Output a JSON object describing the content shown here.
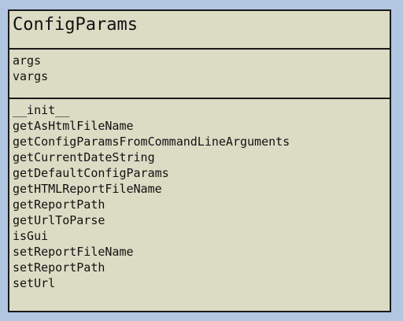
{
  "class_box": {
    "name": "ConfigParams",
    "attributes": [
      "args",
      "vargs"
    ],
    "methods": [
      "__init__",
      "getAsHtmlFileName",
      "getConfigParamsFromCommandLineArguments",
      "getCurrentDateString",
      "getDefaultConfigParams",
      "getHTMLReportFileName",
      "getReportPath",
      "getUrlToParse",
      "isGui",
      "setReportFileName",
      "setReportPath",
      "setUrl"
    ]
  },
  "colors": {
    "background": "#b2c6e2",
    "box_fill": "#dcdcc5",
    "border": "#1a1a1a",
    "text": "#111111"
  }
}
